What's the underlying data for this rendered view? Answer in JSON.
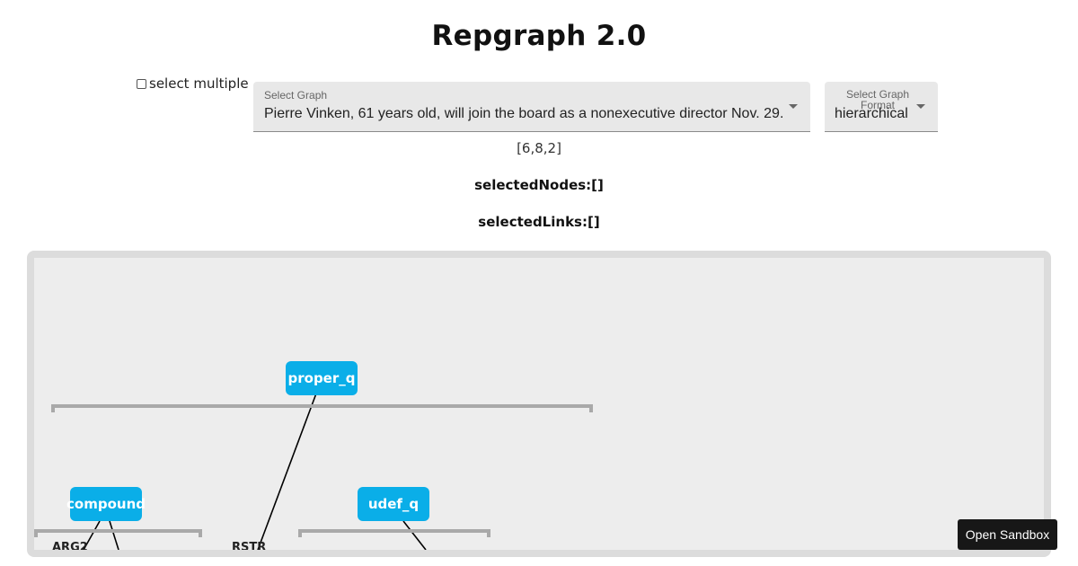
{
  "app": {
    "title": "Repgraph 2.0"
  },
  "controls": {
    "select_multiple_label": "select multiple",
    "select_multiple_checked": false,
    "graph_select": {
      "label": "Select Graph",
      "value": "Pierre Vinken, 61 years old, will join the board as a nonexecutive director Nov. 29."
    },
    "format_select": {
      "label": "Select Graph Format",
      "value": "hierarchical"
    }
  },
  "status": {
    "dimensions": "[6,8,2]",
    "selected_nodes": "selectedNodes:[]",
    "selected_links": "selectedLinks:[]"
  },
  "graph": {
    "nodes": [
      {
        "id": "proper_q",
        "label": "proper_q"
      },
      {
        "id": "compound",
        "label": "compound"
      },
      {
        "id": "udef_q",
        "label": "udef_q"
      }
    ],
    "edge_labels": [
      "ARG2",
      "RSTR"
    ]
  },
  "sandbox": {
    "button_label": "Open Sandbox"
  },
  "colors": {
    "node_fill": "#0aaee8",
    "canvas_background": "#ededed",
    "sandbox_button": "#171717"
  }
}
